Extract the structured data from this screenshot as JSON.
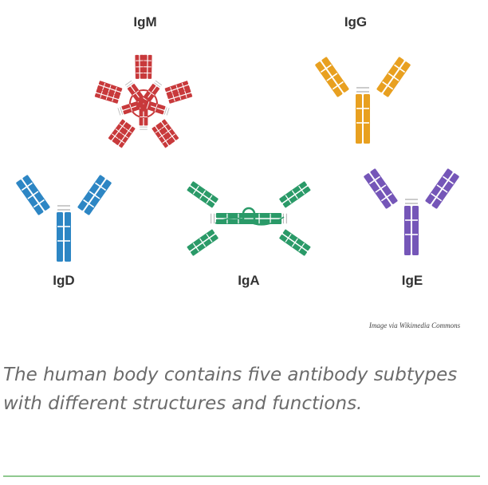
{
  "figure": {
    "antibodies": [
      {
        "id": "igm",
        "label": "IgM",
        "color": "#c8393b"
      },
      {
        "id": "igg",
        "label": "IgG",
        "color": "#e8a020"
      },
      {
        "id": "igd",
        "label": "IgD",
        "color": "#2d86c4"
      },
      {
        "id": "iga",
        "label": "IgA",
        "color": "#2a9a68"
      },
      {
        "id": "ige",
        "label": "IgE",
        "color": "#7556b8"
      }
    ],
    "credit": "Image via Wikimedia Commons"
  },
  "caption": "The human body contains five antibody subtypes with different structures and functions.",
  "colors": {
    "caption_text": "#6b6b6b",
    "divider": "#8fc98f",
    "label_text": "#333333"
  }
}
